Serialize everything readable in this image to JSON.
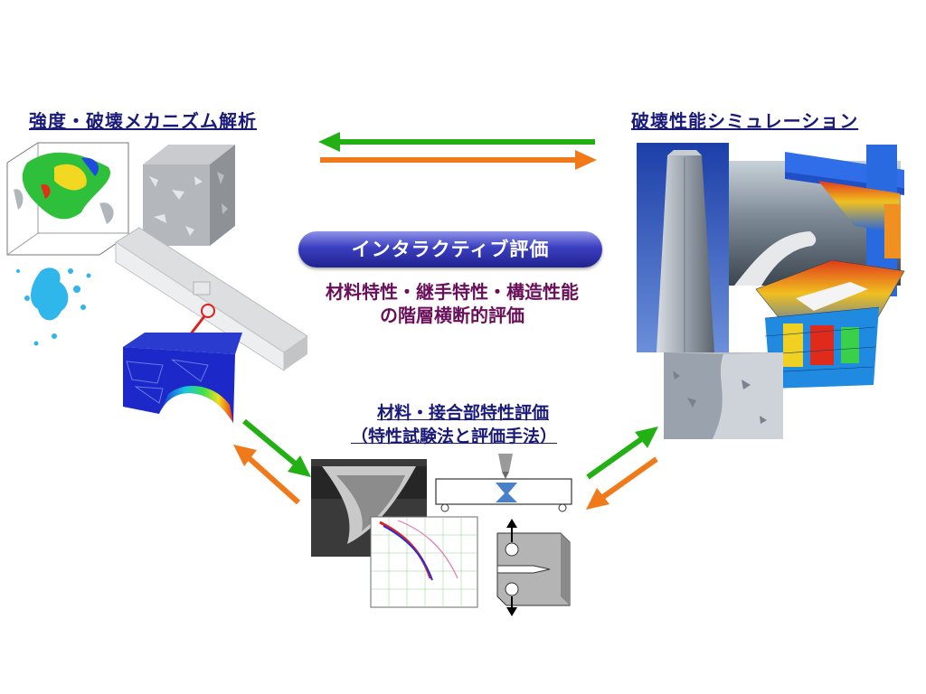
{
  "headings": {
    "top_left": "強度・破壊メカニズム解析",
    "top_right": "破壊性能シミュレーション",
    "bottom_line1": "材料・接合部特性評価",
    "bottom_line2": "（特性試験法と評価手法）"
  },
  "center": {
    "pill_label": "インタラクティブ評価",
    "line1": "材料特性・継手特性・構造性能",
    "line2": "の階層横断的評価"
  },
  "colors": {
    "green_arrow": "#22b014",
    "orange_arrow": "#f07a1a",
    "heading_text": "#1a1a7a",
    "center_text": "#6a0f5a",
    "pill": "#2a2ea8"
  }
}
